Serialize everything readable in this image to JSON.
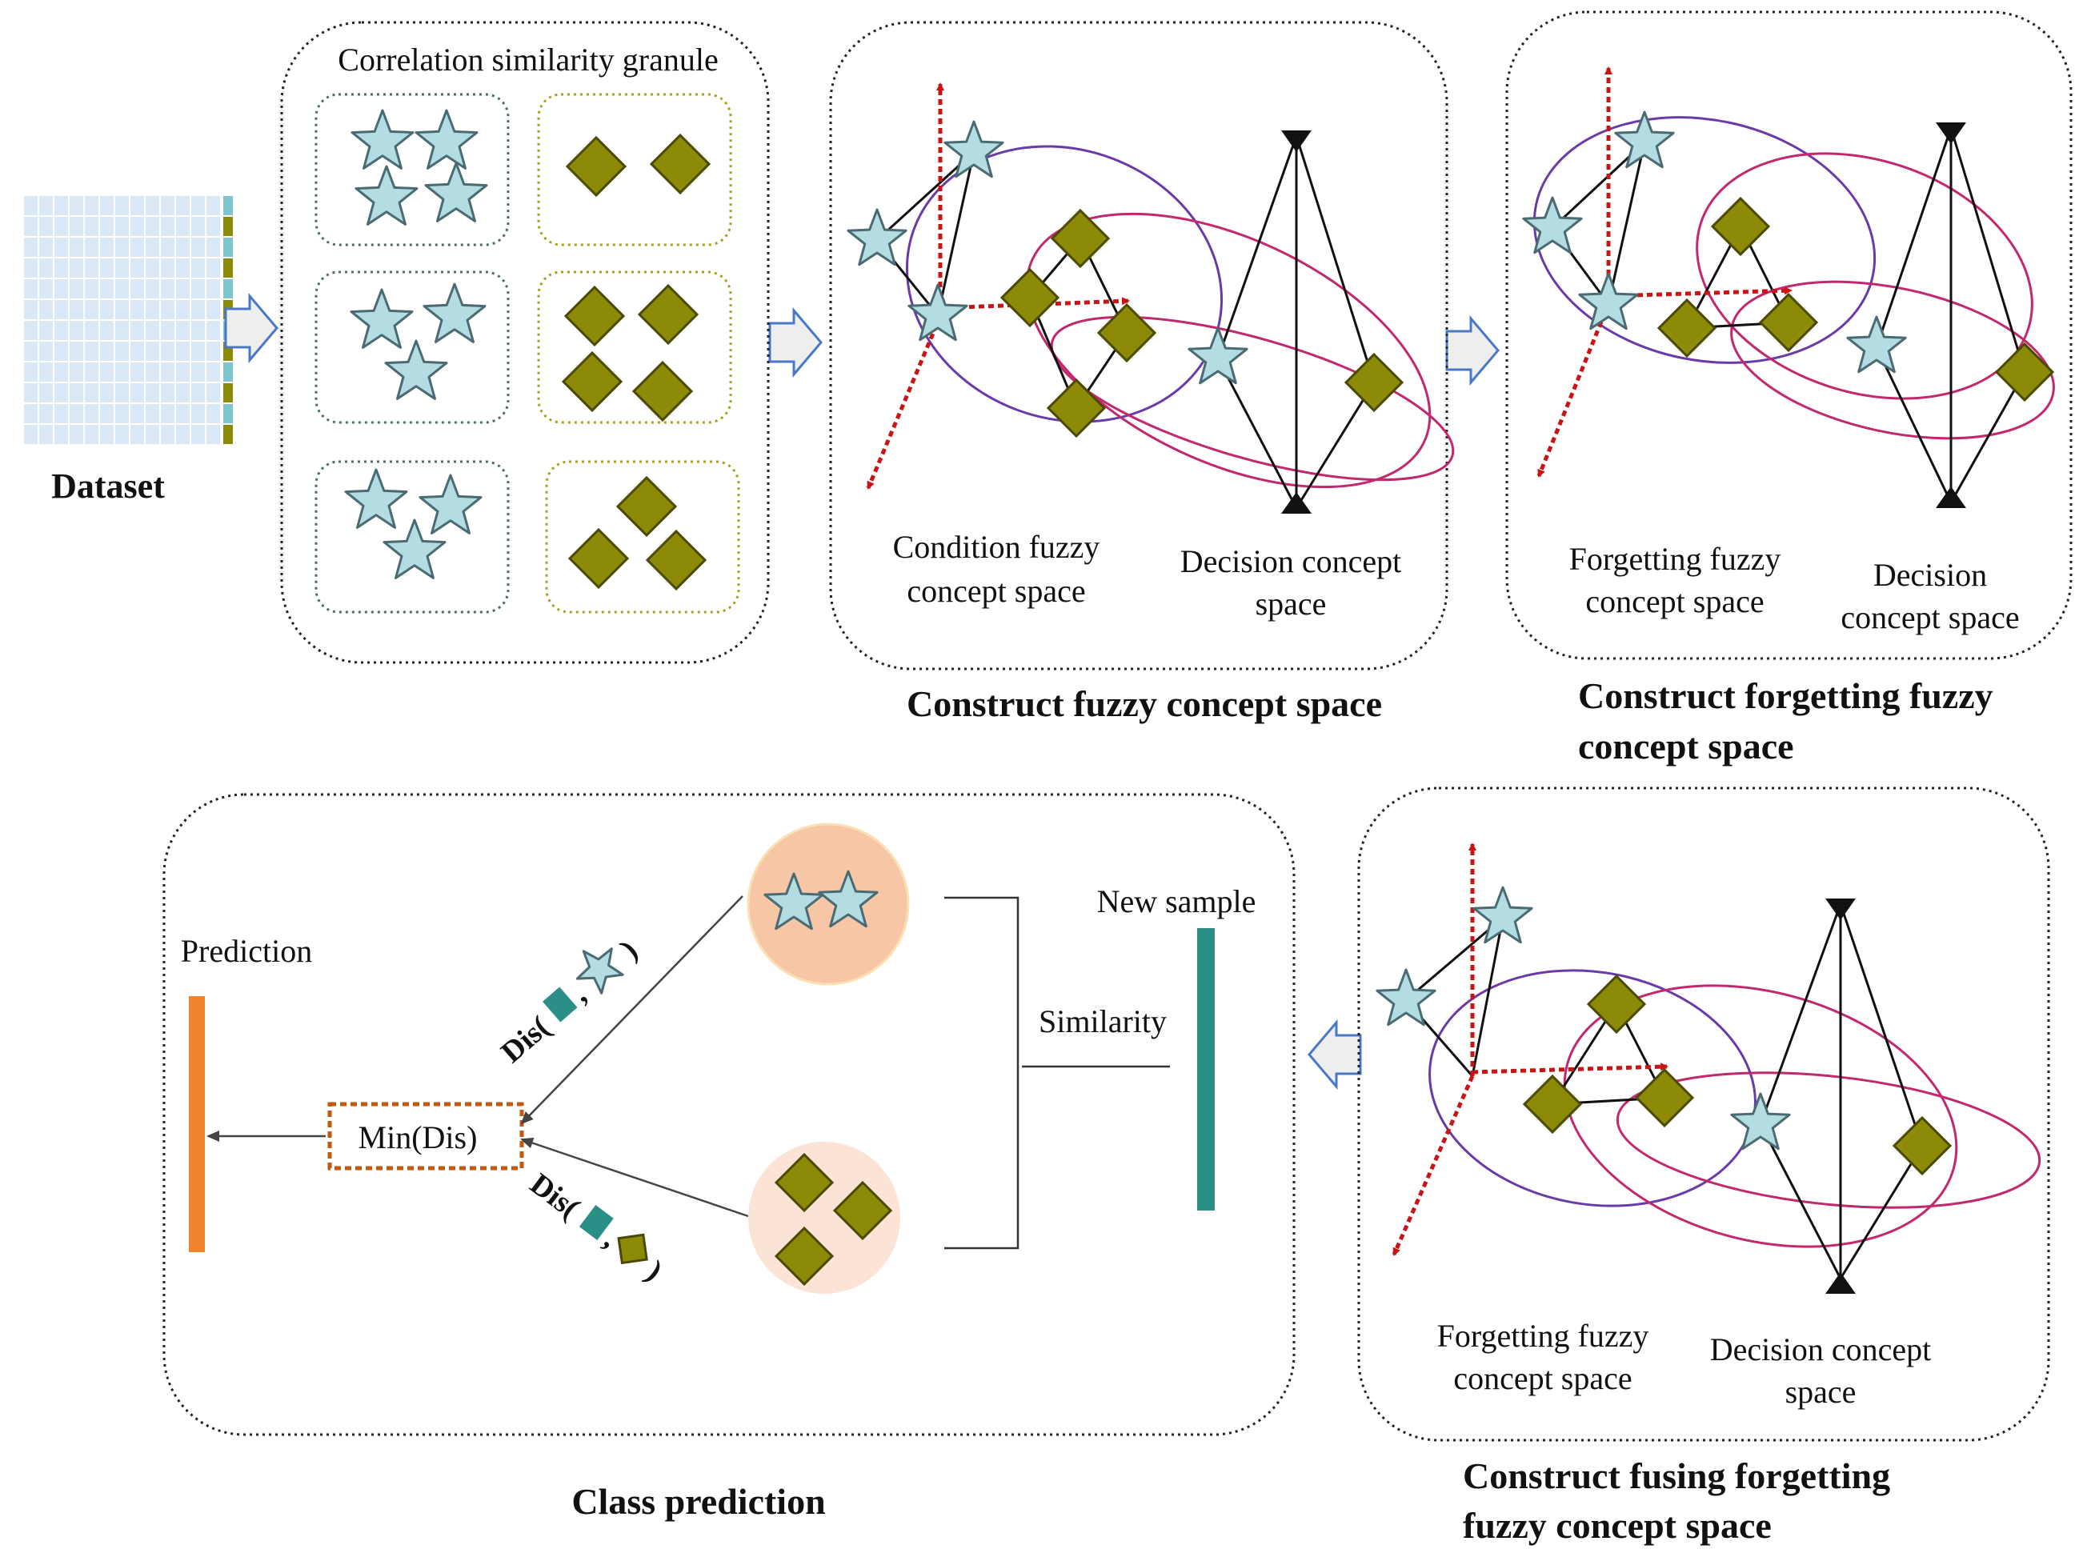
{
  "colors": {
    "star_fill": "#b4dde3",
    "star_stroke": "#4a6b72",
    "diamond_fill": "#8c8a07",
    "diamond_stroke": "#4a4a06",
    "axis_red": "#c81414",
    "loop_purple": "#6a3ba8",
    "loop_pink": "#c2286e",
    "arrow_blue": "#4a78c8",
    "teal": "#2a8f86",
    "orange": "#f0832f",
    "star_circle": "#f6c6a6",
    "diamond_circle": "#fbe3d6",
    "minbox_border": "#c2590f",
    "granule_star_border": "#4b6e6a",
    "granule_diamond_border": "#a8a019"
  },
  "dataset": {
    "label": "Dataset"
  },
  "granule": {
    "title": "Correlation similarity granule"
  },
  "fuzzy_space": {
    "condition_label_1": "Condition fuzzy",
    "condition_label_2": "concept space",
    "decision_label_1": "Decision concept",
    "decision_label_2": "space",
    "caption": "Construct fuzzy concept space"
  },
  "forgetting_space": {
    "forgetting_label_1": "Forgetting fuzzy",
    "forgetting_label_2": "concept space",
    "decision_label_1": "Decision",
    "decision_label_2": "concept space",
    "caption_1": "Construct forgetting fuzzy",
    "caption_2": "concept space"
  },
  "fusing_space": {
    "forgetting_label_1": "Forgetting fuzzy",
    "forgetting_label_2": "concept space",
    "decision_label_1": "Decision concept",
    "decision_label_2": "space",
    "caption_1": "Construct fusing forgetting",
    "caption_2": "fuzzy concept space"
  },
  "prediction": {
    "prediction_label": "Prediction",
    "new_sample_label": "New sample",
    "similarity_label": "Similarity",
    "min_label": "Min(Dis)",
    "dis_open": "Dis(",
    "comma": ",",
    "close_paren": ")",
    "caption": "Class prediction"
  }
}
